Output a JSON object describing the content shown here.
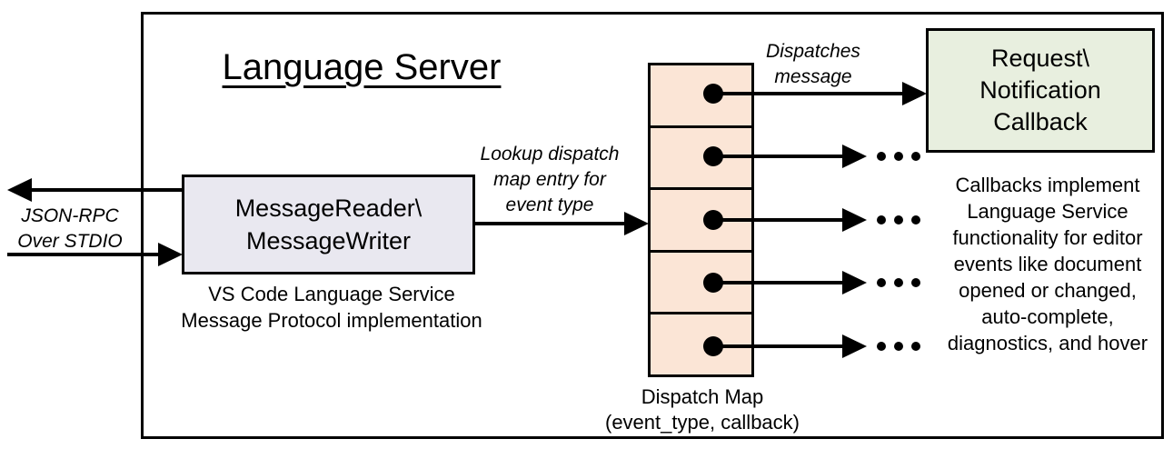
{
  "title": "Language Server",
  "stdio_channel": {
    "label_line1": "JSON-RPC",
    "label_line2": "Over STDIO"
  },
  "message_reader_box": {
    "line1": "MessageReader\\",
    "line2": "MessageWriter",
    "caption_line1": "VS Code Language Service",
    "caption_line2": "Message Protocol implementation",
    "fill": "#e9e8f0"
  },
  "lookup_label": {
    "line1": "Lookup dispatch",
    "line2": "map entry for",
    "line3": "event type"
  },
  "dispatches_label": {
    "line1": "Dispatches",
    "line2": "message"
  },
  "dispatch_map": {
    "rows": 5,
    "fill": "#fbe5d6",
    "caption_line1": "Dispatch Map",
    "caption_line2": "(event_type, callback)"
  },
  "callback_box": {
    "line1": "Request\\",
    "line2": "Notification",
    "line3": "Callback",
    "fill": "#e8efdf"
  },
  "callbacks_note": {
    "lines": [
      "Callbacks implement",
      "Language Service",
      "functionality for editor",
      "events like document",
      "opened or changed,",
      "auto-complete,",
      "diagnostics, and hover"
    ]
  },
  "icons": {
    "ellipsis": "…",
    "arrowhead": "▶",
    "dot": "●"
  },
  "colors": {
    "stroke": "#000000",
    "background": "#ffffff"
  }
}
